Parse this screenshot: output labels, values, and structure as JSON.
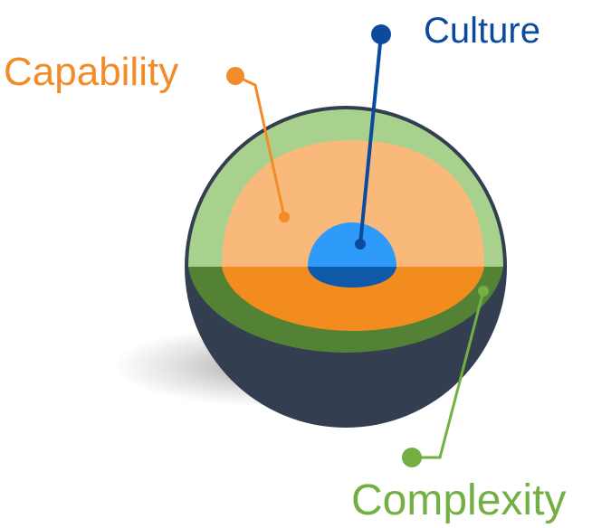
{
  "labels": {
    "capability": "Capability",
    "culture": "Culture",
    "complexity": "Complexity"
  },
  "colors": {
    "capability": "#f28c28",
    "culture": "#0b4a9c",
    "complexity": "#72b043",
    "sphere_shell": "#333f50",
    "green_light": "#a9d18e",
    "green_dark": "#548235",
    "orange_light": "#f8b97a",
    "orange_dark": "#f28c1f",
    "core_light": "#2e9bfb",
    "core_dark": "#0e5aa8"
  }
}
